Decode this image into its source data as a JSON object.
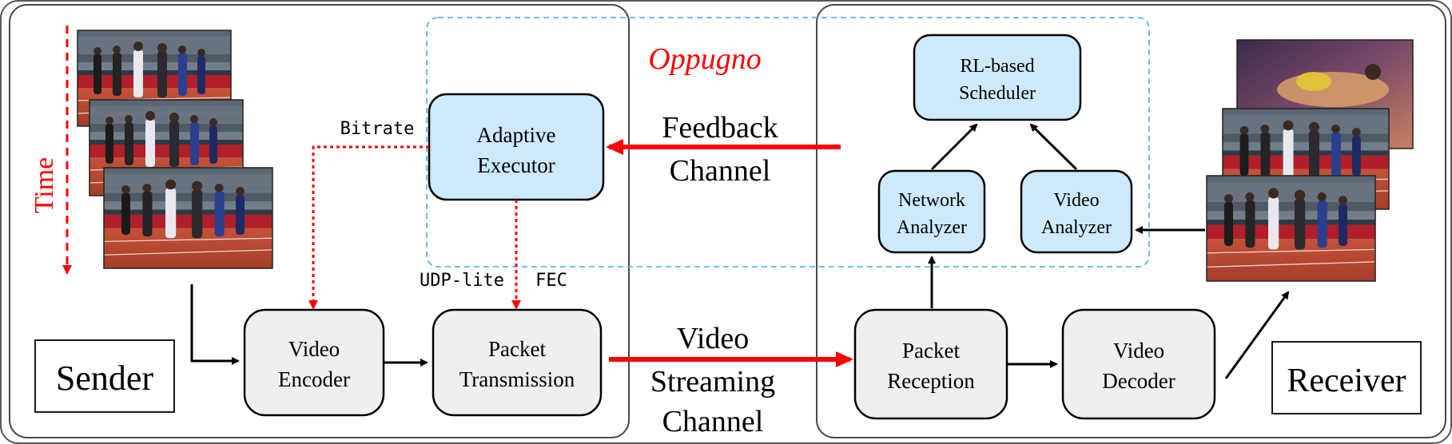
{
  "title": "Oppugno",
  "sender": {
    "label": "Sender",
    "time_label": "Time",
    "frames": [
      "frame-1",
      "frame-2",
      "frame-3"
    ],
    "blocks": {
      "video_encoder": [
        "Video",
        "Encoder"
      ],
      "packet_transmission": [
        "Packet",
        "Transmission"
      ]
    }
  },
  "oppugno": {
    "adaptive_executor": [
      "Adaptive",
      "Executor"
    ],
    "rl_scheduler": [
      "RL-based",
      "Scheduler"
    ],
    "network_analyzer": [
      "Network",
      "Analyzer"
    ],
    "video_analyzer": [
      "Video",
      "Analyzer"
    ]
  },
  "channels": {
    "feedback": [
      "Feedback",
      "Channel"
    ],
    "video_streaming": [
      "Video",
      "Streaming",
      "Channel"
    ]
  },
  "controls": {
    "bitrate": "Bitrate",
    "udp_lite": "UDP-lite",
    "fec": "FEC"
  },
  "receiver": {
    "label": "Receiver",
    "blocks": {
      "packet_reception": [
        "Packet",
        "Reception"
      ],
      "video_decoder": [
        "Video",
        "Decoder"
      ]
    },
    "frames": [
      "frame-1",
      "frame-2",
      "frame-3"
    ]
  },
  "colors": {
    "block_gray": "#efefef",
    "block_blue": "#cde9fb",
    "arrow_red": "#ff0000",
    "dashed_blue": "#5ab4f0",
    "title_red": "#ff0000"
  }
}
